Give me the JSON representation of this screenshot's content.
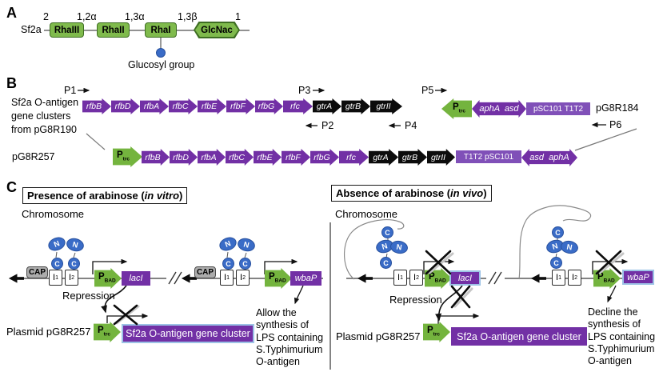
{
  "figure": {
    "panel_a_label": "A",
    "panel_b_label": "B",
    "panel_c_label": "C"
  },
  "colors": {
    "gene_purple": "#7230A5",
    "gene_black": "#0c0c0c",
    "promoter_green": "#74B43E",
    "sugar_green": "#7FBA4C",
    "arac_blue": "#3A6CC7",
    "highlight_blue_border": "#9DC3E6",
    "cap_gray": "#ACACAC",
    "replicon_purple": "#8050B8"
  },
  "panelA": {
    "strain_label": "Sf2a",
    "sugars": [
      {
        "name": "RhaIII"
      },
      {
        "name": "RhaII"
      },
      {
        "name": "RhaI"
      },
      {
        "name": "GlcNac"
      }
    ],
    "linkage_labels": {
      "l1": "2",
      "l2": "1,2α",
      "l3": "1,3α",
      "l4": "1,3β",
      "l5": "1"
    },
    "glucosyl_label": "Glucosyl group"
  },
  "panelB": {
    "cluster_source_label": "Sf2a O-antigen\ngene clusters\nfrom pG8R190",
    "primers": {
      "p1": "P1",
      "p2": "P2",
      "p3": "P3",
      "p4": "P4",
      "p5": "P5",
      "p6": "P6"
    },
    "row1_genes": [
      {
        "name": "rfbB",
        "color": "purple"
      },
      {
        "name": "rfbD",
        "color": "purple"
      },
      {
        "name": "rfbA",
        "color": "purple"
      },
      {
        "name": "rfbC",
        "color": "purple"
      },
      {
        "name": "rfbE",
        "color": "purple"
      },
      {
        "name": "rfbF",
        "color": "purple"
      },
      {
        "name": "rfbG",
        "color": "purple"
      },
      {
        "name": "rfc",
        "color": "purple"
      },
      {
        "name": "gtrA",
        "color": "black"
      },
      {
        "name": "gtrB",
        "color": "black"
      },
      {
        "name": "gtrII",
        "color": "black"
      }
    ],
    "pg8r184": {
      "promoter": "P",
      "promoter_sub": "trc",
      "resistance_cassette": "aphA  asd",
      "replicon": "pSC101 T1T2",
      "plasmid_label": "pG8R184"
    },
    "row2": {
      "plasmid_label": "pG8R257",
      "promoter": "P",
      "promoter_sub": "trc",
      "genes": [
        {
          "name": "rfbB",
          "color": "purple"
        },
        {
          "name": "rfbD",
          "color": "purple"
        },
        {
          "name": "rfbA",
          "color": "purple"
        },
        {
          "name": "rfbC",
          "color": "purple"
        },
        {
          "name": "rfbE",
          "color": "purple"
        },
        {
          "name": "rfbF",
          "color": "purple"
        },
        {
          "name": "rfbG",
          "color": "purple"
        },
        {
          "name": "rfc",
          "color": "purple"
        },
        {
          "name": "gtrA",
          "color": "black"
        },
        {
          "name": "gtrB",
          "color": "black"
        },
        {
          "name": "gtrII",
          "color": "black"
        }
      ],
      "replicon": "T1T2 pSC101",
      "resistance_cassette": "asd  aphA"
    }
  },
  "panelC": {
    "elements": {
      "cap": "CAP",
      "operator": "I",
      "op1_sub": "1",
      "op2_sub": "2",
      "arac_n": "N",
      "arac_c": "C",
      "pbad": "P",
      "pbad_sub": "BAD",
      "ptrc": "P",
      "ptrc_sub": "trc",
      "laci": "lacI",
      "wbap": "wbaP"
    },
    "left": {
      "title_prefix": "Presence of arabinose (",
      "title_italic": "in vitro",
      "title_suffix": ")",
      "chromosome_label": "Chromosome",
      "repression_label": "Repression",
      "plasmid_label": "Plasmid pG8R257",
      "cluster_label": "Sf2a O-antigen gene cluster",
      "note": "Allow the\nsynthesis of\nLPS containing\nS.Typhimurium\nO-antigen"
    },
    "right": {
      "title_prefix": "Absence of arabinose (",
      "title_italic": "in vivo",
      "title_suffix": ")",
      "chromosome_label": "Chromosome",
      "repression_label": "Repression",
      "plasmid_label": "Plasmid pG8R257",
      "cluster_label": "Sf2a O-antigen gene cluster",
      "note": "Decline the\nsynthesis of\nLPS containing\nS.Typhimurium\nO-antigen"
    }
  }
}
